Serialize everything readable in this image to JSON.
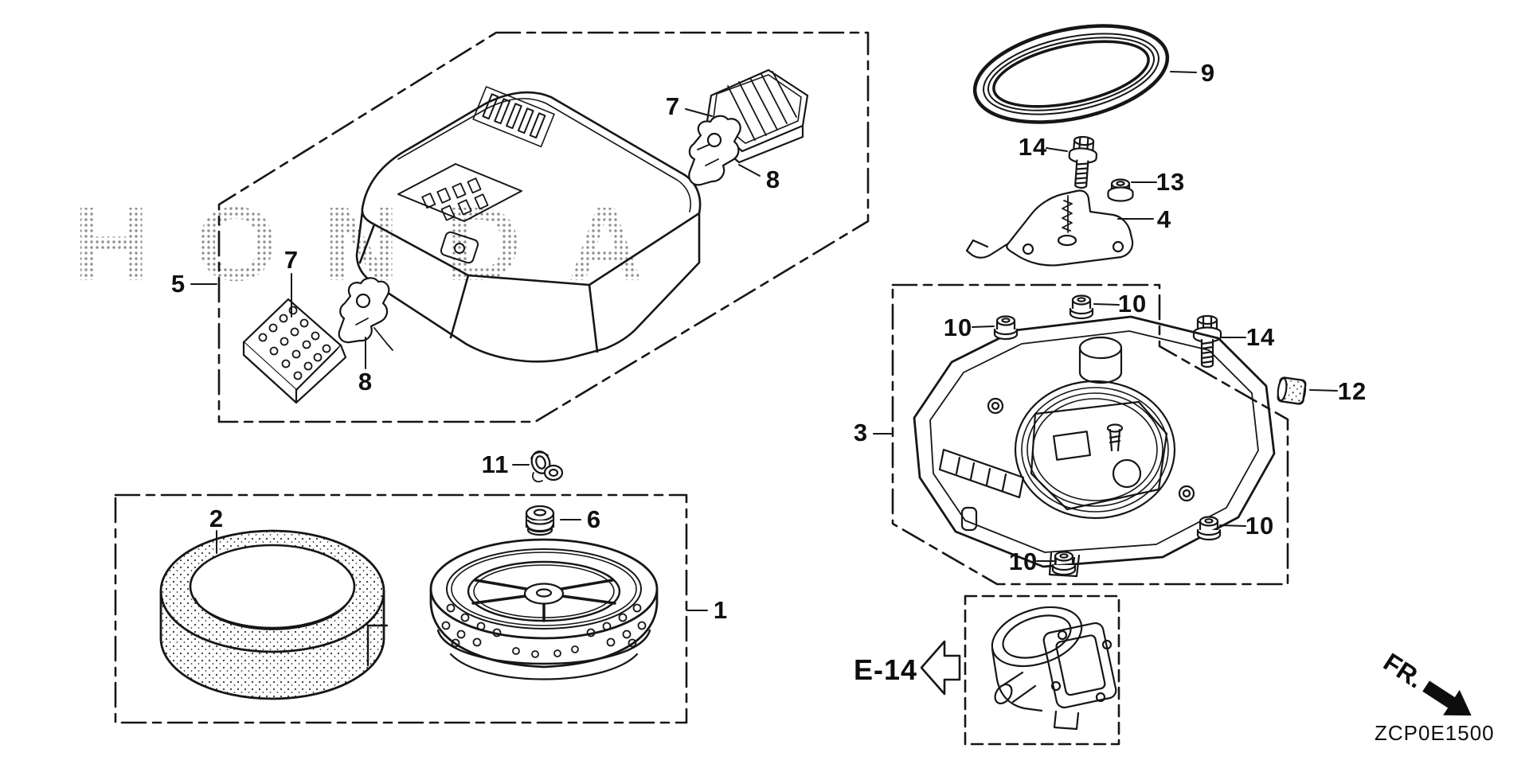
{
  "diagram": {
    "code": "ZCP0E1500",
    "watermark": "HONDA",
    "direction_label": "FR.",
    "reference_label": "E-14"
  },
  "callouts": {
    "n1": "1",
    "n2": "2",
    "n3": "3",
    "n4": "4",
    "n5": "5",
    "n6": "6",
    "n7": "7",
    "n8": "8",
    "n9": "9",
    "n10": "10",
    "n11": "11",
    "n12": "12",
    "n13": "13",
    "n14": "14"
  }
}
